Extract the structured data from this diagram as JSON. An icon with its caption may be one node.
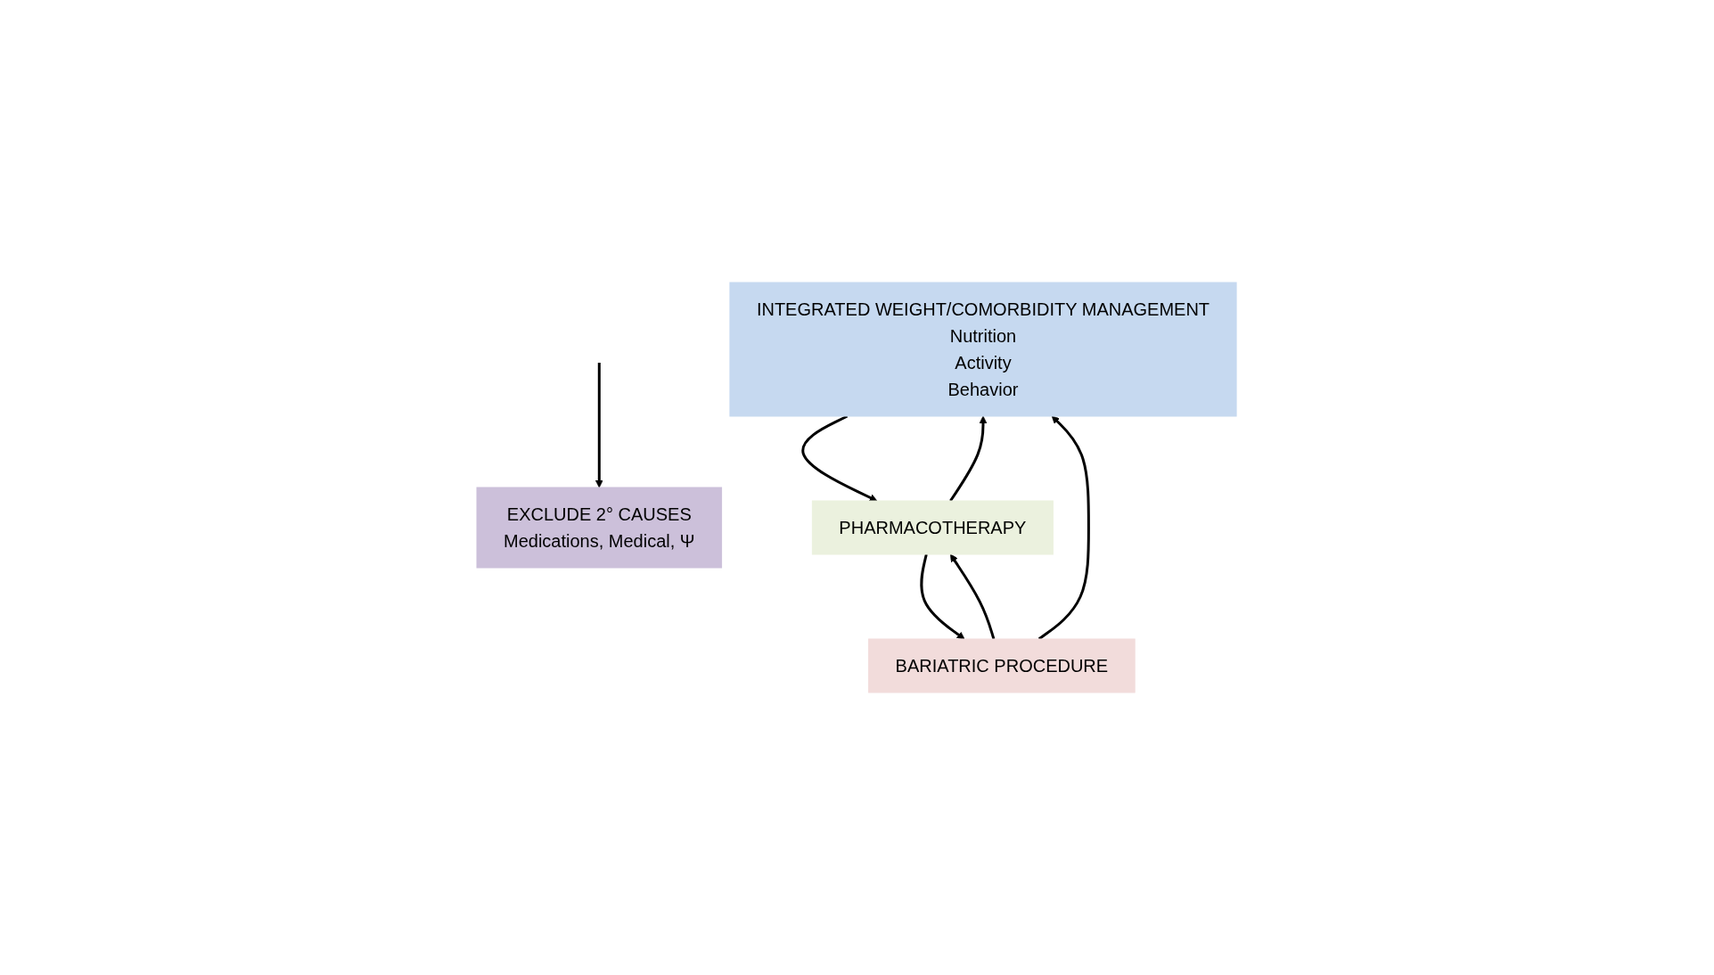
{
  "diagram": {
    "nodes": [
      {
        "text": [
          "EXCLUDE 2° CAUSES",
          "Medications, Medical, Ψ"
        ]
      },
      {
        "text": [
          "INTEGRATED WEIGHT/COMORBIDITY MANAGEMENT",
          "Nutrition",
          "Activity",
          "Behavior"
        ]
      },
      {
        "text": [
          "PHARMACOTHERAPY"
        ]
      },
      {
        "text": [
          "BARIATRIC PROCEDURE"
        ]
      }
    ],
    "edges": [
      {
        "from": null,
        "to": 0,
        "arrow": "to"
      },
      {
        "from": 2,
        "to": 1,
        "arrow": "to"
      },
      {
        "from": 1,
        "to": 2,
        "arrow": "to"
      },
      {
        "from": 3,
        "to": 1,
        "arrow": "to"
      },
      {
        "from": 3,
        "to": 2,
        "arrow": "to"
      },
      {
        "from": 2,
        "to": 3,
        "arrow": "to"
      }
    ]
  }
}
